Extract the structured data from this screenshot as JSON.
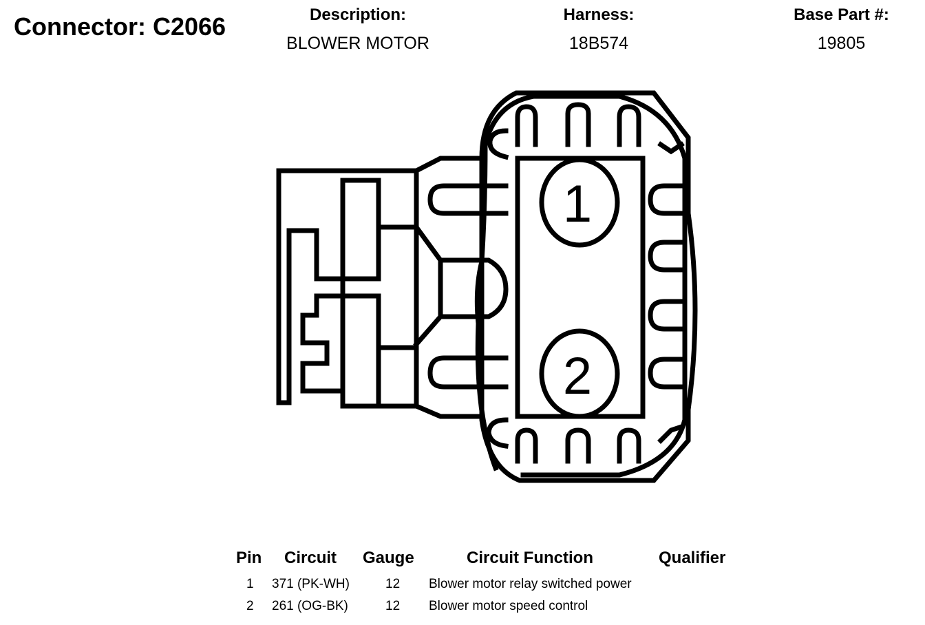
{
  "header": {
    "connector": "Connector: C2066",
    "description_label": "Description:",
    "description": "BLOWER MOTOR",
    "harness_label": "Harness:",
    "harness": "18B574",
    "base_part_label": "Base Part #:",
    "base_part": "19805"
  },
  "diagram": {
    "pin_labels": [
      "1",
      "2"
    ]
  },
  "table": {
    "headers": {
      "pin": "Pin",
      "circuit": "Circuit",
      "gauge": "Gauge",
      "function": "Circuit Function",
      "qualifier": "Qualifier"
    },
    "rows": [
      {
        "pin": "1",
        "circuit": "371 (PK-WH)",
        "gauge": "12",
        "function": "Blower motor relay switched power",
        "qualifier": ""
      },
      {
        "pin": "2",
        "circuit": "261 (OG-BK)",
        "gauge": "12",
        "function": "Blower motor speed control",
        "qualifier": ""
      }
    ]
  }
}
